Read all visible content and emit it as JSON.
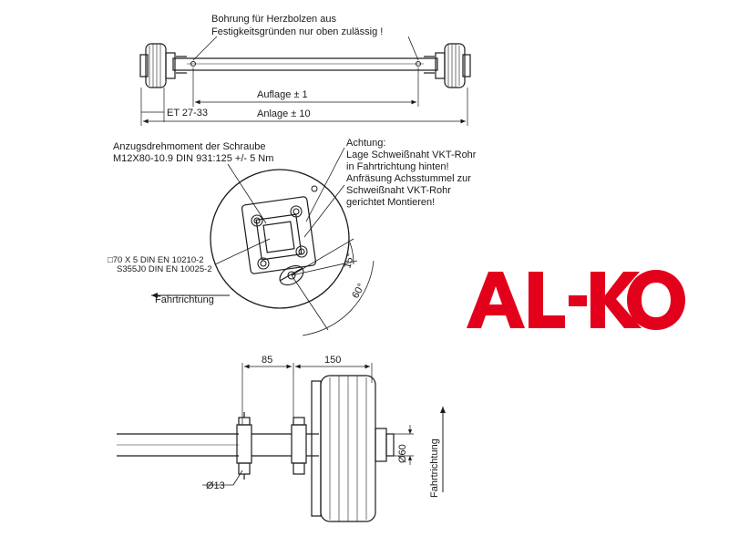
{
  "top_view": {
    "note_line1": "Bohrung für Herzbolzen aus",
    "note_line2": "Festigkeitsgründen nur oben zulässig !",
    "auflage": "Auflage   ±  1",
    "anlage": "Anlage   ±  10",
    "et": "ET 27-33"
  },
  "side_view": {
    "torque_line1": "Anzugsdrehmoment der Schraube",
    "torque_line2": "M12X80-10.9 DIN 931:125 +/- 5 Nm",
    "warn_line1": "Achtung:",
    "warn_line2": "Lage Schweißnaht VKT-Rohr",
    "warn_line3": "in Fahrtrichtung hinten!",
    "warn_line4": "Anfräsung Achsstummel zur",
    "warn_line5": "Schweißnaht VKT-Rohr",
    "warn_line6": "gerichtet Montieren!",
    "tube_line1": "□70 X 5 DIN EN 10210-2",
    "tube_line2": "S355J0 DIN EN 10025-2",
    "direction": "Fahrtrichtung",
    "angle_small": "15°",
    "angle_large": "60°"
  },
  "front_view": {
    "dim_85": "85",
    "dim_150": "150",
    "dia_13": "Ø13",
    "dia_60": "Ø60",
    "direction_vertical": "Fahrtrichtung"
  },
  "logo": {
    "text": "AL-KO",
    "color": "#e3001b"
  }
}
